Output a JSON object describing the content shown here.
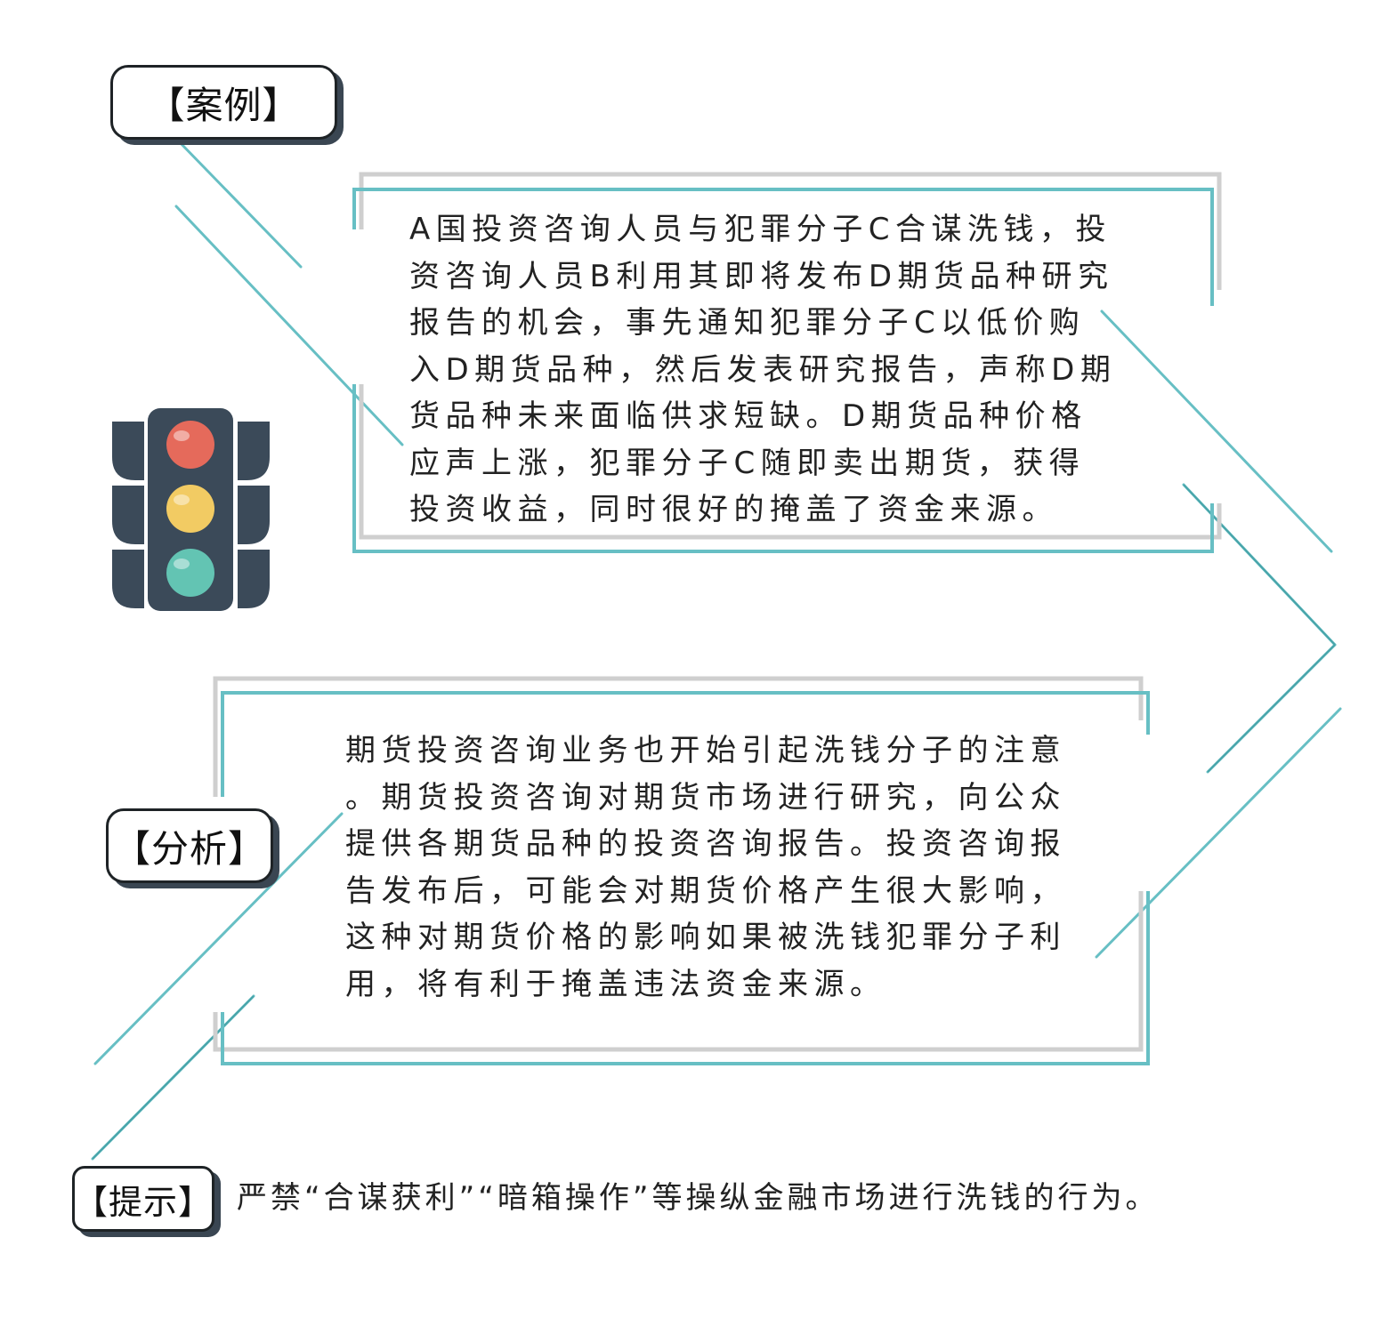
{
  "case": {
    "label": "【案例】",
    "text": "A国投资咨询人员与犯罪分子C合谋洗钱，投\n资咨询人员B利用其即将发布D期货品种研究\n报告的机会，事先通知犯罪分子C以低价购\n入D期货品种，然后发表研究报告，声称D期\n货品种未来面临供求短缺。D期货品种价格\n应声上涨，犯罪分子C随即卖出期货，获得\n投资收益，同时很好的掩盖了资金来源。"
  },
  "analysis": {
    "label": "【分析】",
    "text": "期货投资咨询业务也开始引起洗钱分子的注意\n。期货投资咨询对期货市场进行研究，向公众\n提供各期货品种的投资咨询报告。投资咨询报\n告发布后，可能会对期货价格产生很大影响，\n这种对期货价格的影响如果被洗钱犯罪分子利\n用，将有利于掩盖违法资金来源。"
  },
  "tip": {
    "label": "【提示】",
    "text": "严禁“合谋获利”“暗箱操作”等操纵金融市场进行洗钱的行为。"
  },
  "colors": {
    "teal": "#67bfc4",
    "gray": "#c9c9c9",
    "dark": "#3b4a59",
    "red_light": "#e56a5b",
    "yellow_light": "#f2cb63",
    "green_light": "#63c4b3"
  }
}
